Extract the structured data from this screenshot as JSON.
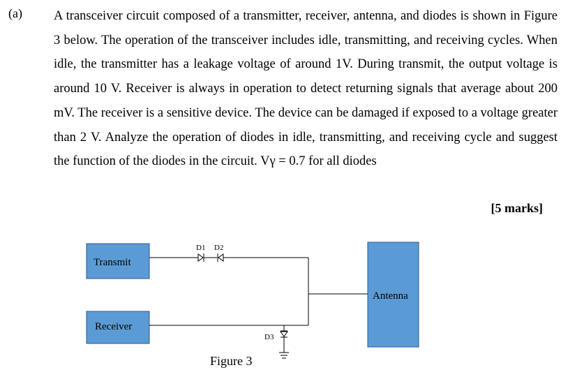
{
  "question": {
    "label": "(a)",
    "text": "A transceiver circuit composed of a transmitter, receiver, antenna, and diodes is shown in Figure 3 below. The operation of the transceiver includes idle, transmitting, and receiving cycles. When idle, the transmitter has a leakage voltage of around 1V. During transmit, the output voltage is around 10 V. Receiver is always in operation to detect returning signals that average about 200 mV. The receiver is a sensitive device. The device can be damaged if exposed to a voltage greater than 2 V. Analyze the operation of diodes in idle, transmitting, and receiving cycle and suggest the function of the diodes in the circuit. Vγ = 0.7 for all diodes",
    "marks": "[5 marks]"
  },
  "figure": {
    "caption": "Figure 3",
    "transmit_label": "Transmit",
    "receiver_label": "Receiver",
    "antenna_label": "Antenna",
    "d1_label": "D1",
    "d2_label": "D2",
    "d3_label": "D3",
    "box_color": "#5b9bd5"
  }
}
